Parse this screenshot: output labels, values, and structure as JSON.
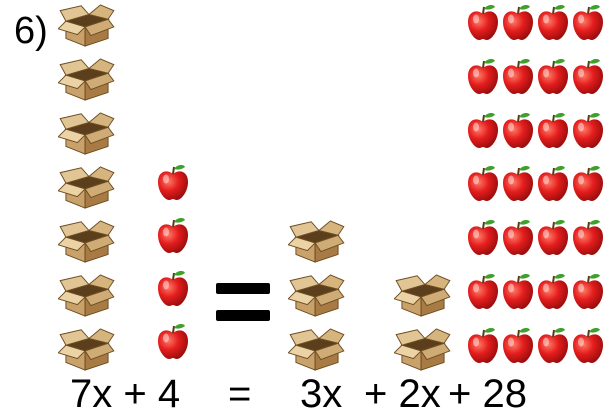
{
  "problem_number": "6)",
  "equation": {
    "left": "7x + 4",
    "equals": "=",
    "right_a": "3x",
    "right_b": "+ 2x",
    "right_c": "+ 28"
  },
  "scene": {
    "left_boxes": 7,
    "left_apples": 4,
    "right_boxes_group1": 3,
    "right_boxes_group2": 2,
    "right_apples": 28,
    "right_apple_columns": 4
  },
  "icons": {
    "box": "open-cardboard-box-icon",
    "apple": "red-apple-icon",
    "equals": "equals-sign"
  },
  "colors": {
    "apple_red": "#e01818",
    "box_tan": "#c9a571",
    "box_dark": "#9c7440"
  }
}
